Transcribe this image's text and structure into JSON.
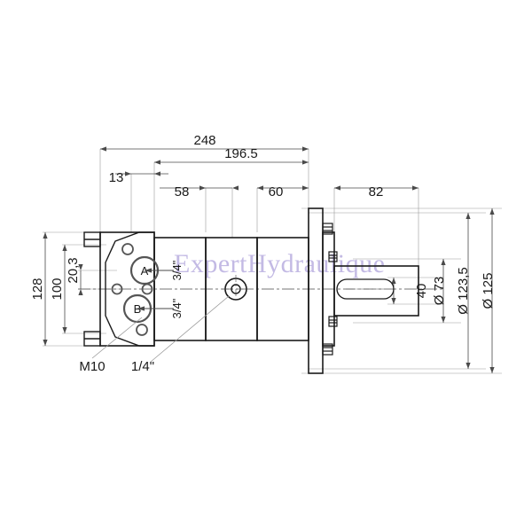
{
  "drawing": {
    "title": "Hydraulic orbital motor dimensional drawing",
    "background_color": "#ffffff",
    "line_color": "#1a1a1a",
    "thin_line_color": "#8a8a8a",
    "watermark": {
      "text": "ExpertHydraulique",
      "color": "#b9aee0"
    }
  },
  "dimensions": {
    "top": [
      {
        "label": "248",
        "id": "overall-length"
      },
      {
        "label": "196.5",
        "id": "body-length"
      },
      {
        "label": "13",
        "id": "port-flange-thickness"
      },
      {
        "label": "58",
        "id": "section-58"
      },
      {
        "label": "60",
        "id": "section-60"
      },
      {
        "label": "82",
        "id": "shaft-length"
      }
    ],
    "left": [
      {
        "label": "128",
        "id": "flange-height"
      },
      {
        "label": "100",
        "id": "bolt-spacing"
      },
      {
        "label": "20,3",
        "id": "port-offset"
      }
    ],
    "right": [
      {
        "label": "40",
        "id": "shaft-diameter"
      },
      {
        "label": "Ø 73",
        "id": "pilot-diameter"
      },
      {
        "label": "Ø 123,5",
        "id": "bolt-circle-diameter"
      },
      {
        "label": "Ø 125",
        "id": "flange-diameter"
      }
    ]
  },
  "ports": {
    "a_label": "A",
    "b_label": "B",
    "a_thread": "3/4\"",
    "b_thread": "3/4\"",
    "drain_thread": "1/4\"",
    "mounting_thread": "M10"
  }
}
